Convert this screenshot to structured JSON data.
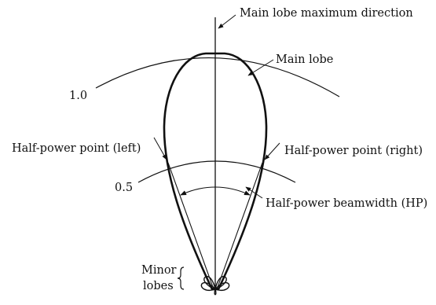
{
  "labels": {
    "main_lobe_max_direction": "Main lobe maximum direction",
    "main_lobe": "Main lobe",
    "level_1": "1.0",
    "level_05": "0.5",
    "half_power_left": "Half-power point (left)",
    "half_power_right": "Half-power point (right)",
    "half_power_beamwidth": "Half-power beamwidth (HP)",
    "minor_lobes_line1": "Minor",
    "minor_lobes_line2": "lobes"
  }
}
